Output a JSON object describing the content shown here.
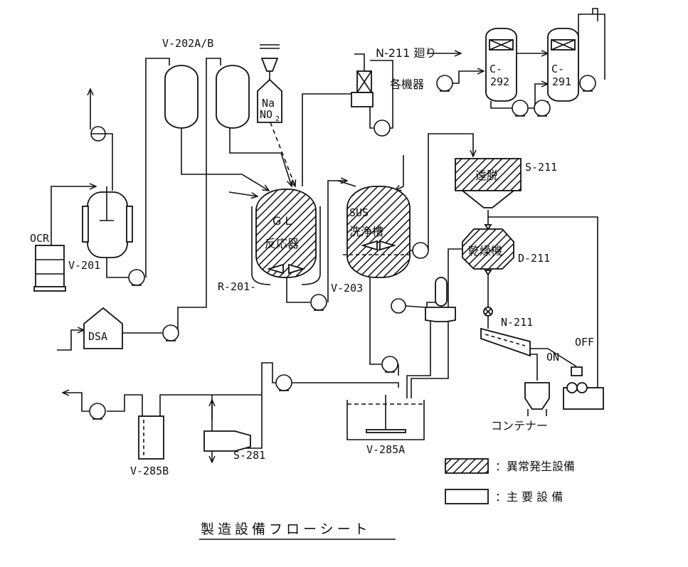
{
  "labels": {
    "v202ab": "V-202A/B",
    "nano2_na": "Na",
    "nano2_no2": "NO",
    "nano2_sub": "2",
    "n211_top": "N-211 廻り",
    "kakukiki": "各機器",
    "c292_a": "C-",
    "c292_b": "292",
    "c291_a": "C-",
    "c291_b": "291",
    "s211_text": "遠脱",
    "s211_tag": "S-211",
    "gl_a": "G L",
    "gl_b": "反応器",
    "sus_a": "SUS",
    "sus_b": "洗浄槽",
    "d211_text": "乾燥機",
    "d211_tag": "D-211",
    "r201": "R-201-",
    "v203": "V-203",
    "ocr": "OCR",
    "v201": "V-201",
    "dsa": "DSA",
    "n211_bottom": "N-211",
    "on": "ON",
    "off": "OFF",
    "container": "コンテナー",
    "v285a": "V-285A",
    "v285b": "V-285B",
    "s281": "S-281"
  },
  "legend": {
    "abnormal": "：異常発生設備",
    "main": "：主 要 設 備"
  },
  "title": "製造設備フローシート",
  "colors": {
    "line": "#111111",
    "background": "#ffffff"
  }
}
